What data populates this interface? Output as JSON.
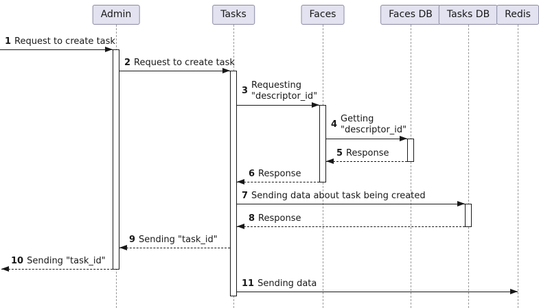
{
  "diagram": {
    "type": "sequence",
    "participants": [
      {
        "label": "Admin"
      },
      {
        "label": "Tasks"
      },
      {
        "label": "Faces"
      },
      {
        "label": "Faces DB"
      },
      {
        "label": "Tasks DB"
      },
      {
        "label": "Redis"
      }
    ],
    "messages": [
      {
        "num": "1",
        "text": "Request to create task",
        "from": "(external)",
        "to": "Admin",
        "style": "solid"
      },
      {
        "num": "2",
        "text": "Request to create task",
        "from": "Admin",
        "to": "Tasks",
        "style": "solid"
      },
      {
        "num": "3",
        "text": "Requesting\n\"descriptor_id\"",
        "from": "Tasks",
        "to": "Faces",
        "style": "solid"
      },
      {
        "num": "4",
        "text": "Getting\n\"descriptor_id\"",
        "from": "Faces",
        "to": "Faces DB",
        "style": "solid"
      },
      {
        "num": "5",
        "text": "Response",
        "from": "Faces DB",
        "to": "Faces",
        "style": "dashed"
      },
      {
        "num": "6",
        "text": "Response",
        "from": "Faces",
        "to": "Tasks",
        "style": "dashed"
      },
      {
        "num": "7",
        "text": "Sending data about task being created",
        "from": "Tasks",
        "to": "Tasks DB",
        "style": "solid"
      },
      {
        "num": "8",
        "text": "Response",
        "from": "Tasks DB",
        "to": "Tasks",
        "style": "dashed"
      },
      {
        "num": "9",
        "text": "Sending \"task_id\"",
        "from": "Tasks",
        "to": "Admin",
        "style": "dashed"
      },
      {
        "num": "10",
        "text": "Sending \"task_id\"",
        "from": "Admin",
        "to": "(external)",
        "style": "dashed"
      },
      {
        "num": "11",
        "text": "Sending data",
        "from": "Tasks",
        "to": "Redis",
        "style": "solid"
      }
    ],
    "colors": {
      "participant_fill": "#e2e2f0",
      "participant_border": "#8a8aa3",
      "line": "#181818",
      "lifeline": "#9a9a9a",
      "background": "#ffffff"
    }
  }
}
